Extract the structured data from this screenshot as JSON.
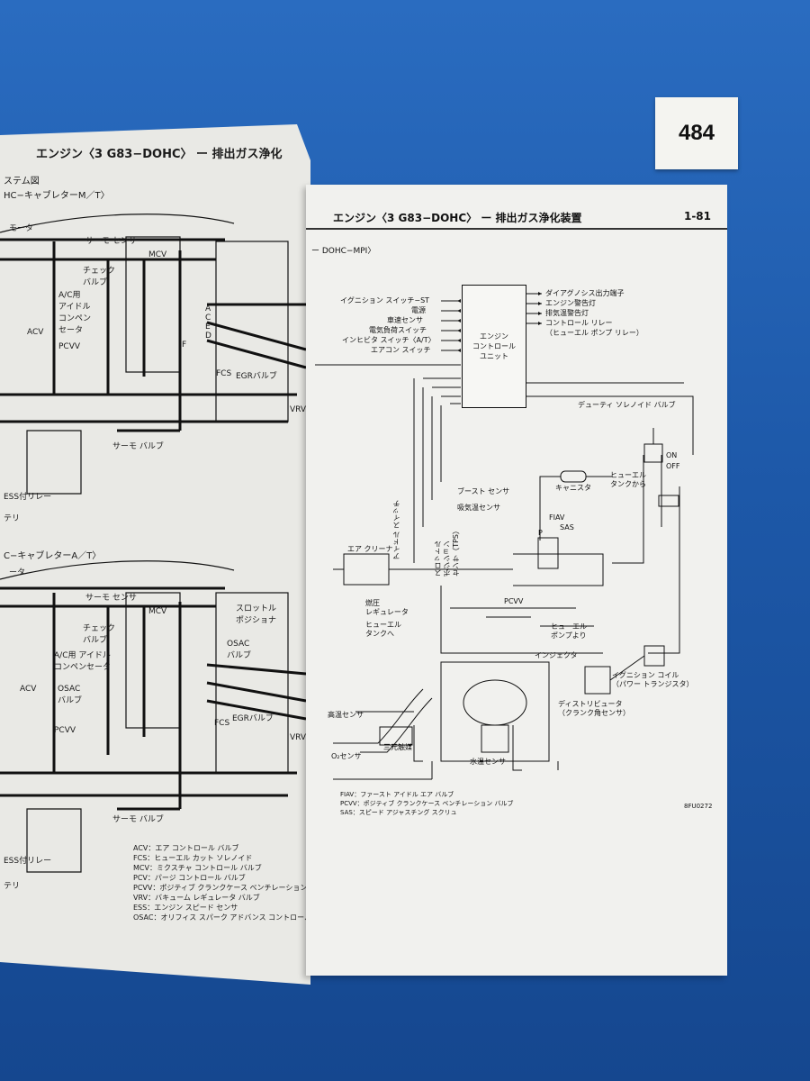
{
  "page_tag": "484",
  "left_page": {
    "header": "エンジン〈3 G83−DOHC〉 ー 排出ガス浄化",
    "system_label": "ステム図",
    "section_mt": "HC−キャブレターM／T〉",
    "section_at": "C−キャブレターA／T〉",
    "upper_labels": {
      "motor": "モータ",
      "thermo_sensor": "サーモ センサ",
      "mcv": "MCV",
      "check_valve": "チェック\nバルブ",
      "ac_idle": "A/C用\nアイドル\nコンペン\nセータ",
      "acv": "ACV",
      "pcvv": "PCVV",
      "fcs": "FCS",
      "egr_valve": "EGRバルブ",
      "vrv": "VRV",
      "thermo_valve": "サーモ バルブ",
      "ess_relay": "ESS付リレー",
      "battery": "テリ",
      "port_a": "A",
      "port_c": "C",
      "port_e": "E",
      "port_d": "D",
      "port_f": "F"
    },
    "lower_labels": {
      "motor": "ータ",
      "thermo_sensor": "サーモ センサ",
      "mcv": "MCV",
      "throttle_positioner": "スロットル\nポジショナ",
      "check_valve": "チェック\nバルブ",
      "ac_idle": "A/C用 アイドル\nコンペンセータ",
      "osac_valve_r": "OSAC\nバルブ",
      "acv": "ACV",
      "osac_valve": "OSAC\nバルブ",
      "pcvv": "PCVV",
      "fcs": "FCS",
      "egr_valve": "EGRバルブ",
      "vrv": "VRV",
      "thermo_valve": "サーモ バルブ",
      "ess_relay": "ESS付リレー",
      "battery": "テリ"
    },
    "legend": [
      "ACV：エア コントロール バルブ",
      "FCS：ヒューエル カット ソレノイド",
      "MCV：ミクスチャ コントロール バルブ",
      "PCV：パージ コントロール バルブ",
      "PCVV：ポジティブ クランクケース ベンチレーション バルブ",
      "VRV：バキューム レギュレータ バルブ",
      "ESS：エンジン スピード センサ",
      "OSAC：オリフィス スパーク アドバンス コントロール"
    ]
  },
  "right_page": {
    "header": "エンジン〈3 G83−DOHC〉  ー  排出ガス浄化装置",
    "page_number": "1-81",
    "subheader": "ー DOHC−MPI〉",
    "ecu_label": [
      "エンジン",
      "コントロール",
      "ユニット"
    ],
    "inputs": [
      "イグニション スイッチ−ST",
      "電源",
      "車速センサ",
      "電気負荷スイッチ",
      "インヒビタ スイッチ〈A/T〉",
      "エアコン スイッチ"
    ],
    "outputs": [
      "ダイアグノシス出力端子",
      "エンジン警告灯",
      "排気温警告灯",
      "コントロール リレー",
      "（ヒューエル ポンプ リレー）"
    ],
    "components": {
      "duty_solenoid": "デューティ ソレノイド バルブ",
      "on": "ON",
      "off": "OFF",
      "from_fuel_tank": "ヒューエル\nタンクから",
      "canister": "キャニスタ",
      "boost_sensor": "ブースト センサ",
      "intake_temp_sensor": "吸気温センサ",
      "idle_switch": "アイドル スイッチ",
      "tps": "スロットル\nポジション\nセンサ（TPS）",
      "fiav": "FIAV",
      "sas": "SAS",
      "p": "P",
      "air_cleaner": "エア クリーナ",
      "fuel_regulator": "燃圧\nレギュレータ",
      "pcvv": "PCVV",
      "to_fuel_tank": "ヒューエル\nタンクへ",
      "from_fuel_pump": "ヒューエル\nポンプより",
      "injector": "インジェクタ",
      "ignition_coil": "イグニション コイル\n（パワー トランジスタ）",
      "distributor": "ディストリビュータ\n（クランク角センサ）",
      "high_temp_sensor": "高温センサ",
      "catalyst": "三元触媒",
      "o2_sensor": "O₂センサ",
      "water_temp_sensor": "水温センサ"
    },
    "legend": [
      "FIAV：ファースト アイドル エア バルブ",
      "PCVV：ポジティブ クランクケース ベンチレーション バルブ",
      "SAS：スピード アジャスチング スクリュ"
    ],
    "figure_code": "8FU0272"
  }
}
